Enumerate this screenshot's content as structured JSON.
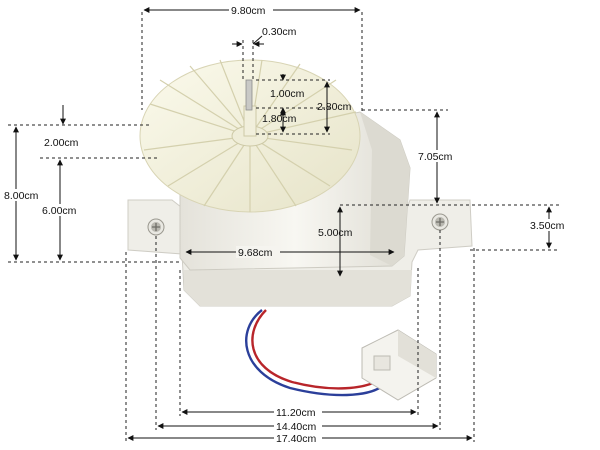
{
  "dimensions": {
    "top_width": "9.80cm",
    "shaft_diameter": "0.30cm",
    "shaft_top": "1.00cm",
    "shaft_mid": "2.80cm",
    "shaft_low": "1.80cm",
    "fan_offset": "2.00cm",
    "left_total_height": "8.00cm",
    "left_body_height": "6.00cm",
    "right_height": "7.05cm",
    "body_height": "5.00cm",
    "body_width": "9.68cm",
    "flange_height": "3.50cm",
    "base_width": "11.20cm",
    "hole_spacing": "14.40cm",
    "overall_width": "17.40cm"
  },
  "colors": {
    "plastic": "#f2f0e8",
    "fan": "#f4f2dc",
    "wire_red": "#b8252a",
    "wire_blue": "#2b3f9a",
    "line": "#111111"
  }
}
